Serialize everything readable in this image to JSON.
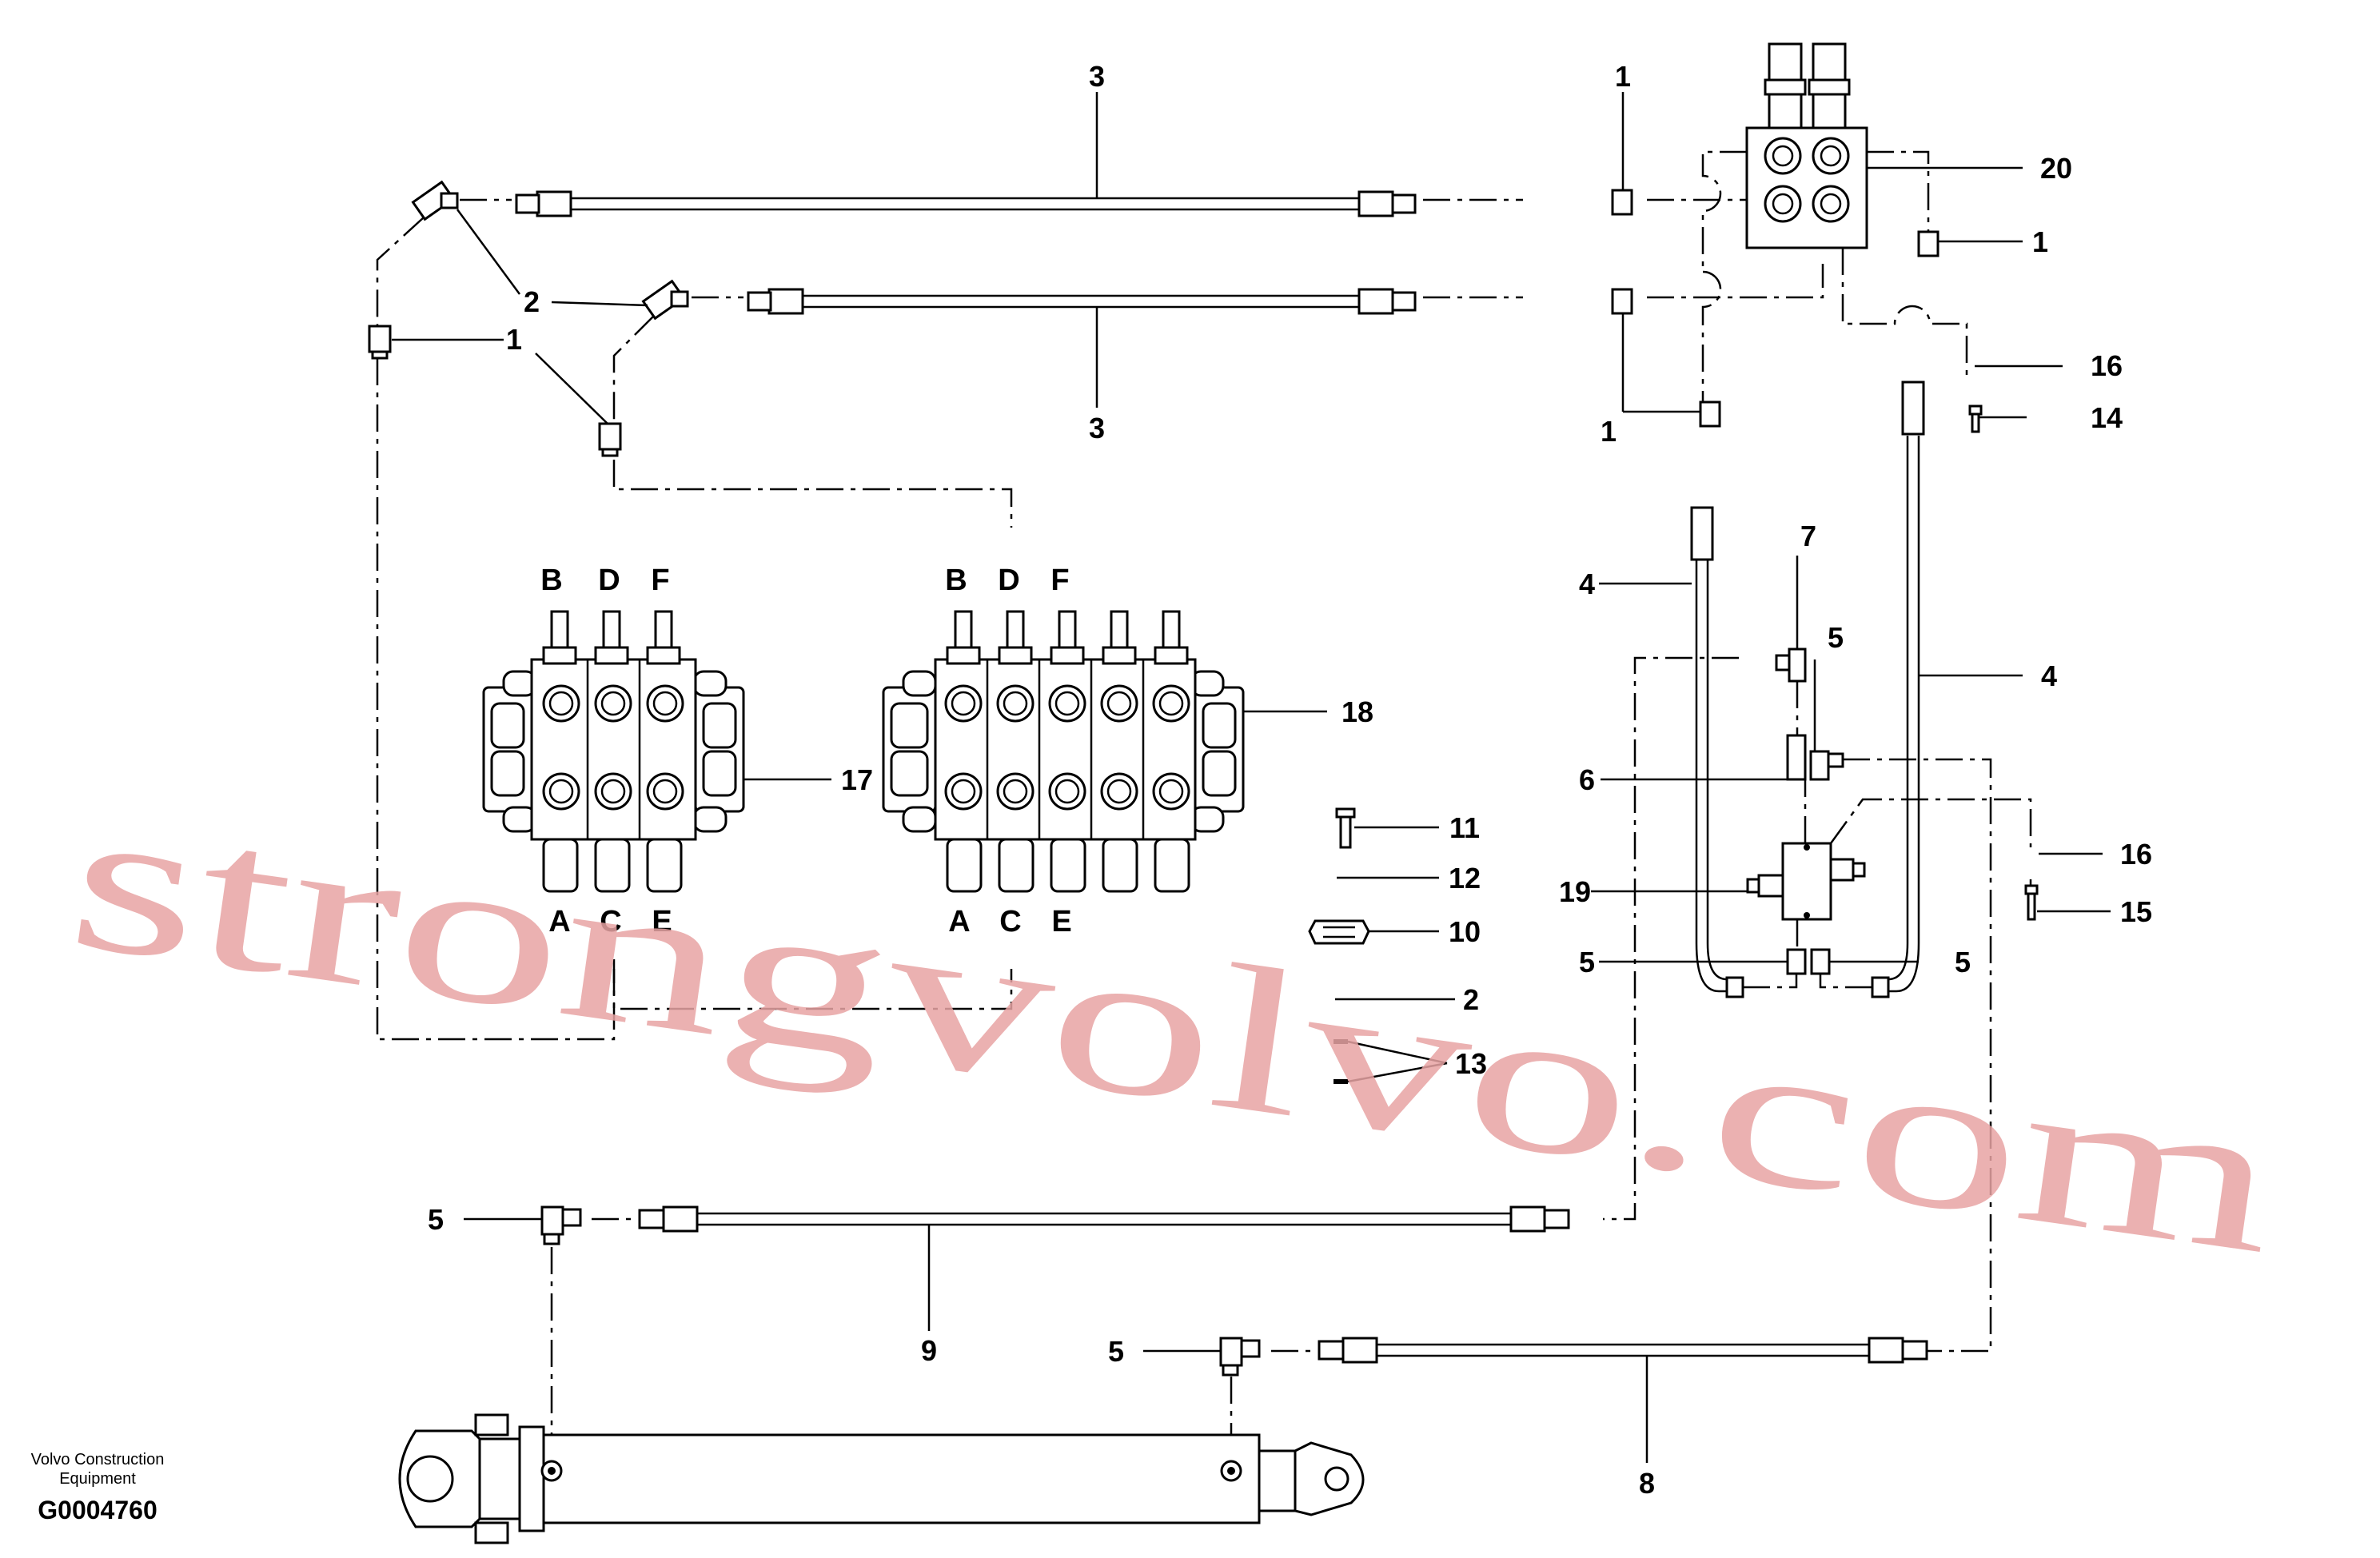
{
  "title_block": {
    "brand_line1": "Volvo Construction",
    "brand_line2": "Equipment",
    "drawing_code": "G0004760"
  },
  "watermark": "strongvolvo.com",
  "valve_ports": {
    "left_top": [
      "B",
      "D",
      "F"
    ],
    "left_bottom": [
      "A",
      "C",
      "E"
    ],
    "right_top": [
      "B",
      "D",
      "F"
    ],
    "right_bottom": [
      "A",
      "C",
      "E"
    ]
  },
  "callouts": {
    "c1a": "1",
    "c1b": "1",
    "c1c": "1",
    "c1d": "1",
    "c2a": "2",
    "c2b": "2",
    "c3a": "3",
    "c3b": "3",
    "c4a": "4",
    "c4b": "4",
    "c5a": "5",
    "c5b": "5",
    "c5c": "5",
    "c5d": "5",
    "c5e": "5",
    "c6": "6",
    "c7": "7",
    "c8": "8",
    "c9": "9",
    "c10": "10",
    "c11": "11",
    "c12": "12",
    "c13": "13",
    "c14": "14",
    "c15": "15",
    "c16a": "16",
    "c16b": "16",
    "c17": "17",
    "c18": "18",
    "c19": "19",
    "c20": "20"
  },
  "colors": {
    "line": "#000000",
    "watermark": "#e8a4a4",
    "background": "#ffffff"
  }
}
